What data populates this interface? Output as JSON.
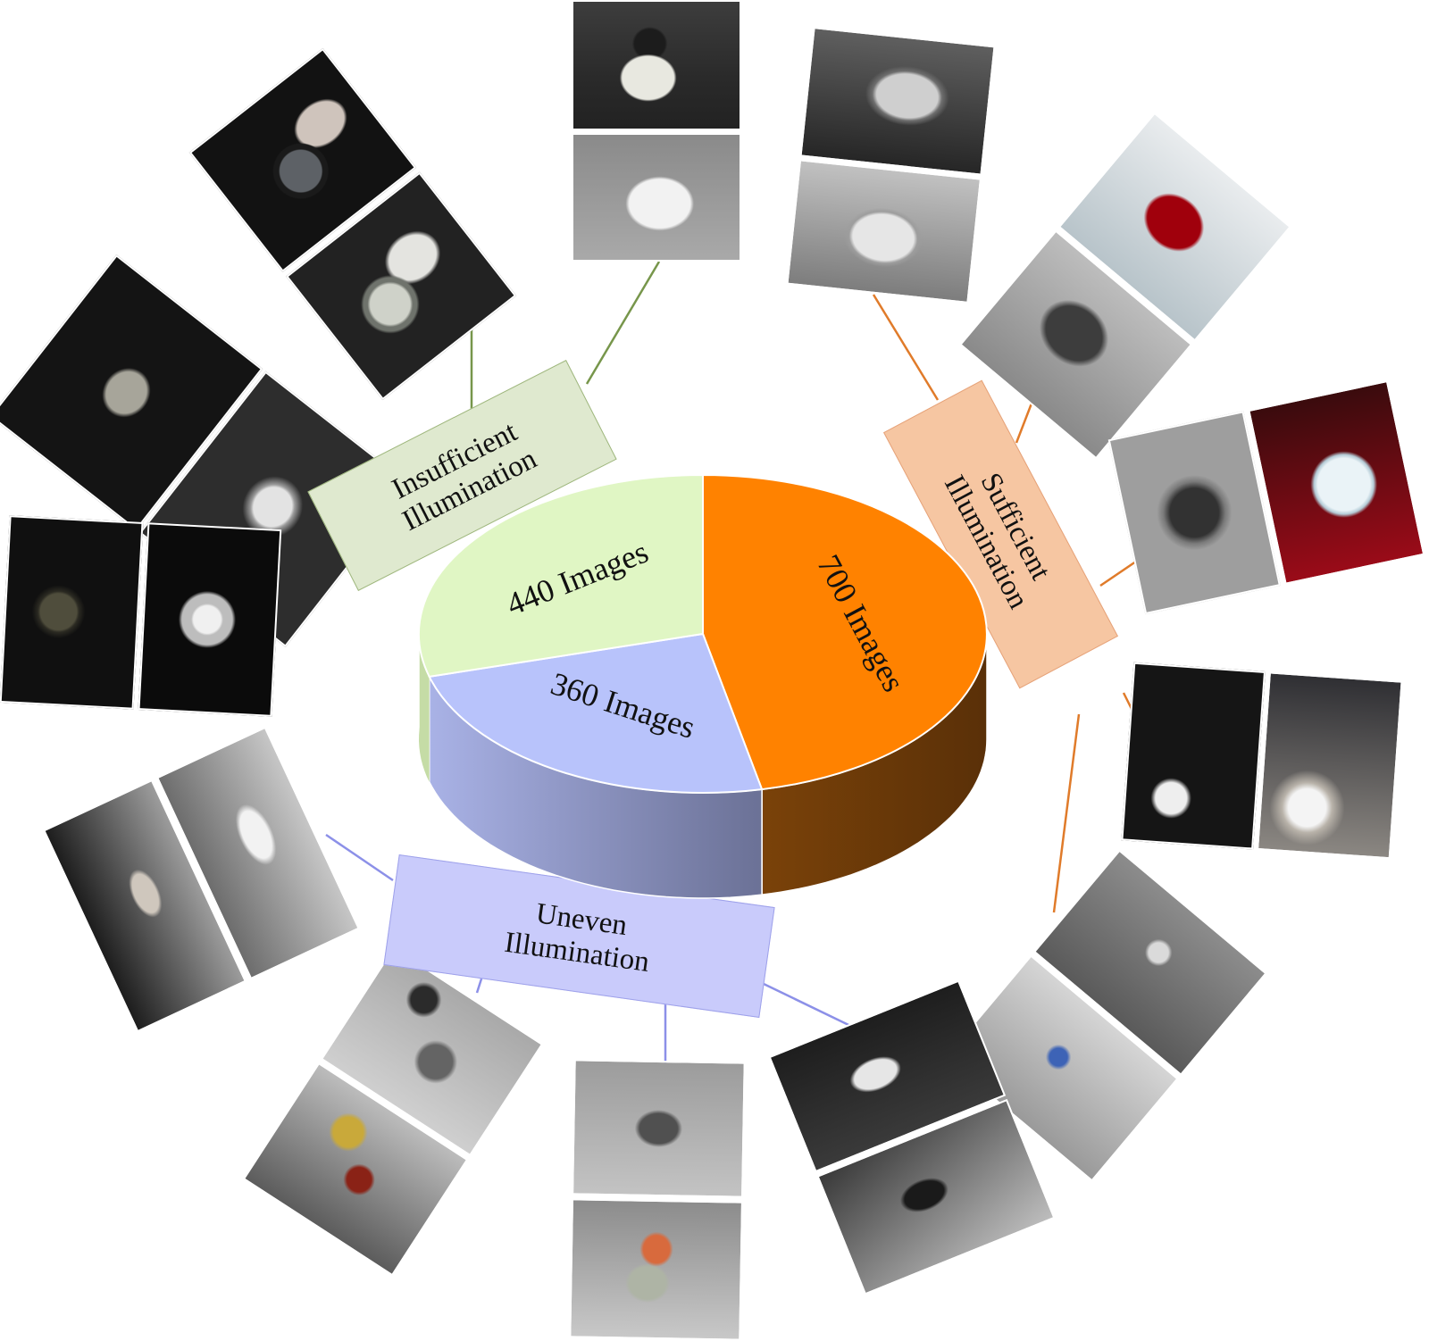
{
  "chart_data": {
    "type": "pie",
    "slices": [
      {
        "label": "700 Images",
        "value": 700,
        "color": "#ff8200",
        "side_color": "#6b3a0b"
      },
      {
        "label": "360 Images",
        "value": 360,
        "color": "#b8c3fb",
        "side_color": "#7e86b3"
      },
      {
        "label": "440 Images",
        "value": 440,
        "color": "#e0f6c4",
        "side_color": "#c5dca6"
      }
    ]
  },
  "categories": [
    {
      "label": "Insufficient\nIllumination",
      "fill": "#dfe9cf",
      "line_color": "#77964b"
    },
    {
      "label": "Sufficient\nIllumination",
      "fill": "#f6c6a2",
      "line_color": "#e07b2a"
    },
    {
      "label": "Uneven\nIllumination",
      "fill": "#c9cbfb",
      "line_color": "#8c90e8"
    }
  ]
}
